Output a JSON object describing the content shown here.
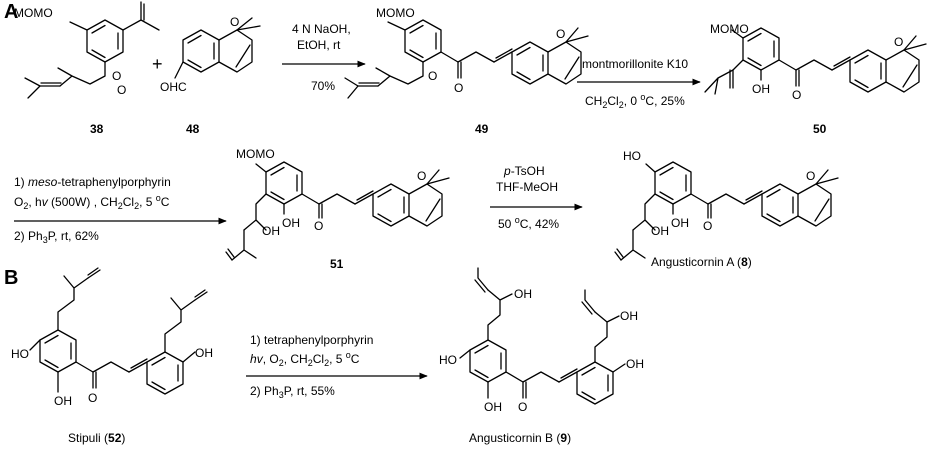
{
  "panels": {
    "a": "A",
    "b": "B"
  },
  "plus_sign": "+",
  "atoms": {
    "momo": "MOMO",
    "o": "O",
    "oh": "OH",
    "ho": "HO",
    "ohc": "OHC"
  },
  "compounds": {
    "c38": "38",
    "c48": "48",
    "c49": "49",
    "c50": "50",
    "c51": "51",
    "angusticornin_a_prefix": "Angusticornin A (",
    "angusticornin_a_num": "8",
    "angusticornin_a_suffix": ")",
    "stipuli_prefix": "Stipuli (",
    "stipuli_num": "52",
    "stipuli_suffix": ")",
    "angusticornin_b_prefix": "Angusticornin B (",
    "angusticornin_b_num": "9",
    "angusticornin_b_suffix": ")"
  },
  "steps": {
    "s1": {
      "line1": "4 N NaOH,",
      "line2": "EtOH, rt",
      "yield": "70%"
    },
    "s2": {
      "line1": "montmorillonite K10",
      "line2_a": "CH",
      "line2_sub": "2",
      "line2_b": "Cl",
      "line2_sub2": "2",
      "line2_c": ", 0 ",
      "line2_sup": "o",
      "line2_d": "C, 25%"
    },
    "s3": {
      "l1_num": "1) ",
      "l1_it": "meso",
      "l1_rest": "-tetraphenylporphyrin",
      "l2_a": "O",
      "l2_sub": "2",
      "l2_b": ", h",
      "l2_nu": "v",
      "l2_c": " (500W) , CH",
      "l2_sub2": "2",
      "l2_d": "Cl",
      "l2_sub3": "2",
      "l2_e": ", 5 ",
      "l2_sup": "o",
      "l2_f": "C",
      "l3": "2) Ph",
      "l3_sub": "3",
      "l3_b": "P, rt, 62%"
    },
    "s4": {
      "l1_it": "p",
      "l1_rest": "-TsOH",
      "l2": "THF-MeOH",
      "l3_a": "50 ",
      "l3_sup": "o",
      "l3_b": "C, 42%"
    },
    "s5": {
      "l1": "1) tetraphenylporphyrin",
      "l2_a": "h",
      "l2_nu": "v",
      "l2_b": ", O",
      "l2_sub": "2",
      "l2_c": ", CH",
      "l2_sub2": "2",
      "l2_d": "Cl",
      "l2_sub3": "2",
      "l2_e": ", 5 ",
      "l2_sup": "o",
      "l2_f": "C",
      "l3_a": "2) Ph",
      "l3_sub": "3",
      "l3_b": "P, rt, 55%"
    }
  }
}
